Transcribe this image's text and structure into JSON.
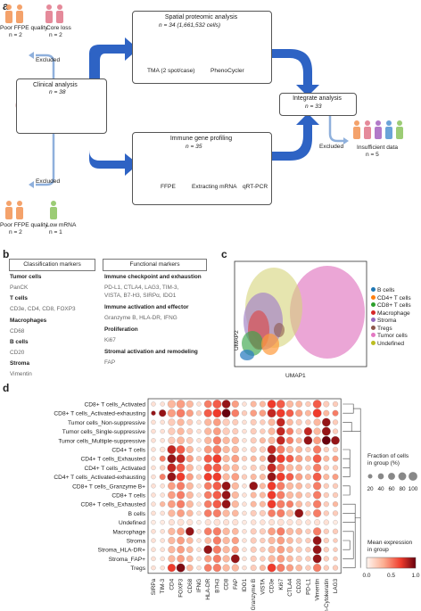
{
  "panel_a": {
    "letter": "a",
    "clinical": {
      "title": "Clinical analysis",
      "n": "n = 38"
    },
    "spatial": {
      "title": "Spatial proteomic analysis",
      "n": "n = 34 (1,661,532 cells)",
      "tma": "TMA (2 spot/case)",
      "device": "PhenoCycler"
    },
    "gene": {
      "title": "Immune gene profiling",
      "n": "n = 35",
      "ffpe": "FFPE",
      "mrna": "Extracting mRNA",
      "pcr": "qRT-PCR"
    },
    "integrate": {
      "title": "Integrate analysis",
      "n": "n = 33"
    },
    "excluded_label": "Excluded",
    "excluded_top": [
      {
        "label": "Poor FFPE quality",
        "n": "n = 2"
      },
      {
        "label": "Core loss",
        "n": "n = 2"
      }
    ],
    "excluded_bottom": [
      {
        "label": "Poor FFPE quality",
        "n": "n = 2"
      },
      {
        "label": "Low mRNA",
        "n": "n = 1"
      }
    ],
    "excluded_right": {
      "label": "Insufficient data",
      "n": "n = 5"
    },
    "colors": {
      "arrow": "#2e63c4",
      "arrow_light": "#8fb0dc",
      "person_orange": "#f4a26b",
      "person_pink": "#e58a9a",
      "person_green": "#9ccc75",
      "person_purple": "#b279c9",
      "person_blue": "#6aa3d8"
    }
  },
  "panel_b": {
    "letter": "b",
    "classification_header": "Classification markers",
    "functional_header": "Functional markers",
    "classification": [
      {
        "head": "Tumor cells",
        "markers": "PanCK"
      },
      {
        "head": "T cells",
        "markers": "CD3e, CD4, CD8, FOXP3"
      },
      {
        "head": "Macrophages",
        "markers": "CD68"
      },
      {
        "head": "B cells",
        "markers": "CD20"
      },
      {
        "head": "Stroma",
        "markers": "Vimentin"
      }
    ],
    "functional": [
      {
        "head": "Immune checkpoint and exhaustion",
        "markers": "PD-L1, CTLA4, LAG3, TIM-3,",
        "markers2": "VISTA, B7-H3, SIRPα, IDO1"
      },
      {
        "head": "Immune activation and effector",
        "markers": "Granzyme B, HLA-DR, IFNG",
        "markers2": ""
      },
      {
        "head": "Proliferation",
        "markers": "Ki67",
        "markers2": ""
      },
      {
        "head": "Stromal activation and remodeling",
        "markers": "FAP",
        "markers2": ""
      }
    ]
  },
  "panel_c": {
    "letter": "c",
    "xlabel": "UMAP1",
    "ylabel": "UMAP2",
    "legend": [
      {
        "label": "B cells",
        "color": "#1f77b4"
      },
      {
        "label": "CD4+ T cells",
        "color": "#ff7f0e"
      },
      {
        "label": "CD8+ T cells",
        "color": "#2ca02c"
      },
      {
        "label": "Macrophage",
        "color": "#d62728"
      },
      {
        "label": "Stroma",
        "color": "#9467bd"
      },
      {
        "label": "Tregs",
        "color": "#8c564b"
      },
      {
        "label": "Tumor cells",
        "color": "#e377c2"
      },
      {
        "label": "Undefined",
        "color": "#bcbd22"
      }
    ]
  },
  "panel_d": {
    "letter": "d",
    "size_legend_title": "Fraction of cells in group (%)",
    "size_legend_values": [
      "20",
      "40",
      "60",
      "80",
      "100"
    ],
    "color_legend_title": "Mean expression in group",
    "color_legend_ticks": [
      "0.0",
      "0.5",
      "1.0"
    ],
    "colors": {
      "low": "#fff5f0",
      "high": "#67000d"
    }
  },
  "chart_data": {
    "type": "dotplot",
    "rows": [
      "CD8+ T cells_Activated",
      "CD8+ T cells_Activated-exhausting",
      "Tumor cells_Non-suppressive",
      "Tumor cells_Single-suppressive",
      "Tumor cells_Multiple-suppressive",
      "CD4+ T cells",
      "CD4+ T cells_Exhausted",
      "CD4+ T cells_Activated",
      "CD4+ T cells_Activated-exhausting",
      "CD8+ T cells_Granzyme B+",
      "CD8+ T cells",
      "CD8+ T cells_Exhausted",
      "B cells",
      "Undefined",
      "Macrophage",
      "Stroma",
      "Stroma_HLA-DR+",
      "Stroma_FAP+",
      "Tregs"
    ],
    "columns": [
      "SIRPa",
      "TIM-3",
      "CD4",
      "FOXP3",
      "CD68",
      "IFNG",
      "HLA-DR",
      "B7H3",
      "CD8",
      "FAP",
      "IDO1",
      "Granzyme B",
      "VISTA",
      "CD3e",
      "Ki67",
      "CTLA4",
      "CD20",
      "PD-L1",
      "Vimentin",
      "Pan-Cytokeratin",
      "LAG3"
    ],
    "fraction": [
      [
        20,
        20,
        80,
        90,
        60,
        20,
        70,
        95,
        90,
        60,
        20,
        40,
        40,
        90,
        90,
        60,
        50,
        30,
        90,
        40,
        30
      ],
      [
        20,
        60,
        80,
        90,
        60,
        30,
        80,
        95,
        95,
        70,
        30,
        50,
        50,
        95,
        90,
        70,
        60,
        40,
        95,
        40,
        40
      ],
      [
        20,
        20,
        60,
        60,
        40,
        20,
        60,
        70,
        60,
        40,
        20,
        40,
        30,
        60,
        90,
        50,
        40,
        30,
        60,
        90,
        30
      ],
      [
        20,
        20,
        60,
        60,
        40,
        20,
        60,
        70,
        60,
        40,
        20,
        40,
        30,
        60,
        90,
        60,
        40,
        80,
        60,
        95,
        30
      ],
      [
        20,
        20,
        60,
        70,
        50,
        20,
        60,
        80,
        60,
        60,
        20,
        40,
        40,
        60,
        90,
        60,
        40,
        90,
        70,
        95,
        90
      ],
      [
        20,
        30,
        95,
        90,
        60,
        20,
        70,
        90,
        60,
        60,
        20,
        40,
        40,
        95,
        80,
        60,
        50,
        30,
        80,
        30,
        30
      ],
      [
        20,
        40,
        95,
        95,
        60,
        30,
        80,
        95,
        60,
        70,
        30,
        40,
        40,
        95,
        90,
        70,
        60,
        40,
        90,
        40,
        40
      ],
      [
        20,
        30,
        95,
        90,
        60,
        30,
        80,
        90,
        60,
        60,
        20,
        40,
        40,
        95,
        80,
        60,
        50,
        30,
        80,
        30,
        30
      ],
      [
        20,
        40,
        95,
        90,
        60,
        30,
        80,
        90,
        60,
        70,
        30,
        40,
        40,
        95,
        90,
        70,
        60,
        40,
        90,
        40,
        40
      ],
      [
        20,
        20,
        70,
        80,
        60,
        20,
        70,
        90,
        95,
        60,
        20,
        90,
        40,
        90,
        80,
        60,
        50,
        30,
        80,
        30,
        30
      ],
      [
        20,
        20,
        70,
        80,
        60,
        20,
        70,
        90,
        95,
        60,
        20,
        40,
        40,
        90,
        80,
        60,
        50,
        30,
        80,
        30,
        30
      ],
      [
        20,
        30,
        70,
        80,
        60,
        20,
        70,
        90,
        95,
        60,
        20,
        40,
        40,
        90,
        80,
        60,
        50,
        30,
        80,
        30,
        30
      ],
      [
        20,
        20,
        60,
        70,
        50,
        20,
        70,
        80,
        60,
        50,
        20,
        40,
        40,
        70,
        80,
        60,
        95,
        30,
        80,
        30,
        30
      ],
      [
        20,
        20,
        40,
        50,
        40,
        20,
        40,
        50,
        40,
        40,
        20,
        30,
        30,
        40,
        50,
        40,
        40,
        30,
        40,
        30,
        20
      ],
      [
        20,
        20,
        60,
        70,
        90,
        20,
        70,
        80,
        60,
        50,
        20,
        40,
        40,
        70,
        80,
        60,
        50,
        30,
        80,
        30,
        30
      ],
      [
        20,
        20,
        60,
        70,
        50,
        20,
        50,
        80,
        60,
        60,
        20,
        40,
        30,
        60,
        70,
        50,
        40,
        30,
        95,
        30,
        20
      ],
      [
        20,
        20,
        60,
        70,
        50,
        20,
        90,
        80,
        60,
        60,
        20,
        40,
        30,
        60,
        70,
        50,
        40,
        30,
        95,
        30,
        20
      ],
      [
        20,
        20,
        60,
        70,
        50,
        20,
        60,
        80,
        60,
        95,
        20,
        40,
        30,
        60,
        70,
        50,
        40,
        30,
        95,
        30,
        20
      ],
      [
        20,
        20,
        80,
        95,
        50,
        20,
        70,
        80,
        60,
        60,
        20,
        40,
        40,
        90,
        80,
        60,
        50,
        30,
        80,
        30,
        30
      ]
    ],
    "expression": [
      [
        0.1,
        0.1,
        0.3,
        0.4,
        0.3,
        0.1,
        0.5,
        0.6,
        0.9,
        0.4,
        0.1,
        0.3,
        0.3,
        0.7,
        0.6,
        0.3,
        0.3,
        0.2,
        0.6,
        0.2,
        0.2
      ],
      [
        0.9,
        0.9,
        0.4,
        0.5,
        0.4,
        0.2,
        0.6,
        0.7,
        1.0,
        0.5,
        0.2,
        0.4,
        0.4,
        0.8,
        0.7,
        0.6,
        0.4,
        0.3,
        0.7,
        0.3,
        0.5
      ],
      [
        0.1,
        0.1,
        0.2,
        0.3,
        0.2,
        0.1,
        0.3,
        0.4,
        0.2,
        0.2,
        0.1,
        0.2,
        0.2,
        0.3,
        0.8,
        0.3,
        0.2,
        0.2,
        0.3,
        0.9,
        0.2
      ],
      [
        0.1,
        0.1,
        0.2,
        0.3,
        0.2,
        0.1,
        0.3,
        0.4,
        0.2,
        0.2,
        0.1,
        0.2,
        0.2,
        0.3,
        0.8,
        0.5,
        0.2,
        0.8,
        0.3,
        0.9,
        0.2
      ],
      [
        0.1,
        0.1,
        0.2,
        0.3,
        0.2,
        0.1,
        0.3,
        0.5,
        0.3,
        0.3,
        0.1,
        0.2,
        0.3,
        0.3,
        0.8,
        0.5,
        0.3,
        0.9,
        0.4,
        1.0,
        0.9
      ],
      [
        0.1,
        0.1,
        0.8,
        0.6,
        0.3,
        0.1,
        0.4,
        0.5,
        0.3,
        0.3,
        0.1,
        0.2,
        0.2,
        0.8,
        0.5,
        0.3,
        0.3,
        0.2,
        0.5,
        0.2,
        0.2
      ],
      [
        0.1,
        0.5,
        0.9,
        0.8,
        0.4,
        0.2,
        0.6,
        0.7,
        0.3,
        0.4,
        0.2,
        0.3,
        0.3,
        0.9,
        0.7,
        0.6,
        0.4,
        0.3,
        0.6,
        0.3,
        0.4
      ],
      [
        0.1,
        0.2,
        0.8,
        0.6,
        0.3,
        0.1,
        0.6,
        0.6,
        0.3,
        0.3,
        0.1,
        0.2,
        0.2,
        0.8,
        0.5,
        0.3,
        0.3,
        0.2,
        0.5,
        0.2,
        0.2
      ],
      [
        0.1,
        0.5,
        0.9,
        0.7,
        0.4,
        0.2,
        0.7,
        0.7,
        0.3,
        0.4,
        0.2,
        0.3,
        0.3,
        0.9,
        0.7,
        0.6,
        0.4,
        0.3,
        0.6,
        0.3,
        0.4
      ],
      [
        0.1,
        0.1,
        0.4,
        0.5,
        0.3,
        0.1,
        0.5,
        0.6,
        0.9,
        0.3,
        0.1,
        0.9,
        0.3,
        0.7,
        0.5,
        0.3,
        0.3,
        0.2,
        0.5,
        0.2,
        0.2
      ],
      [
        0.1,
        0.1,
        0.4,
        0.5,
        0.3,
        0.1,
        0.5,
        0.6,
        0.9,
        0.3,
        0.1,
        0.3,
        0.3,
        0.7,
        0.5,
        0.3,
        0.3,
        0.2,
        0.5,
        0.2,
        0.2
      ],
      [
        0.1,
        0.3,
        0.4,
        0.5,
        0.3,
        0.1,
        0.5,
        0.6,
        0.9,
        0.3,
        0.1,
        0.3,
        0.3,
        0.7,
        0.5,
        0.5,
        0.3,
        0.2,
        0.5,
        0.2,
        0.3
      ],
      [
        0.1,
        0.1,
        0.3,
        0.4,
        0.3,
        0.1,
        0.5,
        0.5,
        0.3,
        0.3,
        0.1,
        0.2,
        0.2,
        0.5,
        0.5,
        0.3,
        0.9,
        0.2,
        0.5,
        0.2,
        0.2
      ],
      [
        0.05,
        0.05,
        0.1,
        0.1,
        0.1,
        0.05,
        0.1,
        0.1,
        0.1,
        0.1,
        0.05,
        0.1,
        0.1,
        0.1,
        0.1,
        0.1,
        0.1,
        0.1,
        0.1,
        0.1,
        0.05
      ],
      [
        0.1,
        0.1,
        0.3,
        0.4,
        0.9,
        0.1,
        0.5,
        0.5,
        0.3,
        0.3,
        0.1,
        0.2,
        0.2,
        0.4,
        0.5,
        0.3,
        0.3,
        0.2,
        0.5,
        0.2,
        0.2
      ],
      [
        0.1,
        0.1,
        0.3,
        0.4,
        0.3,
        0.1,
        0.3,
        0.5,
        0.3,
        0.4,
        0.1,
        0.2,
        0.2,
        0.3,
        0.4,
        0.3,
        0.2,
        0.2,
        0.9,
        0.2,
        0.2
      ],
      [
        0.1,
        0.1,
        0.3,
        0.4,
        0.3,
        0.1,
        0.9,
        0.5,
        0.3,
        0.4,
        0.1,
        0.2,
        0.2,
        0.3,
        0.4,
        0.3,
        0.2,
        0.2,
        0.9,
        0.2,
        0.2
      ],
      [
        0.1,
        0.1,
        0.3,
        0.4,
        0.3,
        0.1,
        0.4,
        0.5,
        0.3,
        0.9,
        0.1,
        0.2,
        0.2,
        0.3,
        0.4,
        0.3,
        0.2,
        0.2,
        0.9,
        0.2,
        0.2
      ],
      [
        0.1,
        0.1,
        0.7,
        0.95,
        0.3,
        0.1,
        0.5,
        0.5,
        0.3,
        0.3,
        0.1,
        0.2,
        0.3,
        0.7,
        0.5,
        0.4,
        0.3,
        0.2,
        0.5,
        0.2,
        0.2
      ]
    ],
    "fraction_unit": "%",
    "expression_range": [
      0,
      1
    ]
  }
}
